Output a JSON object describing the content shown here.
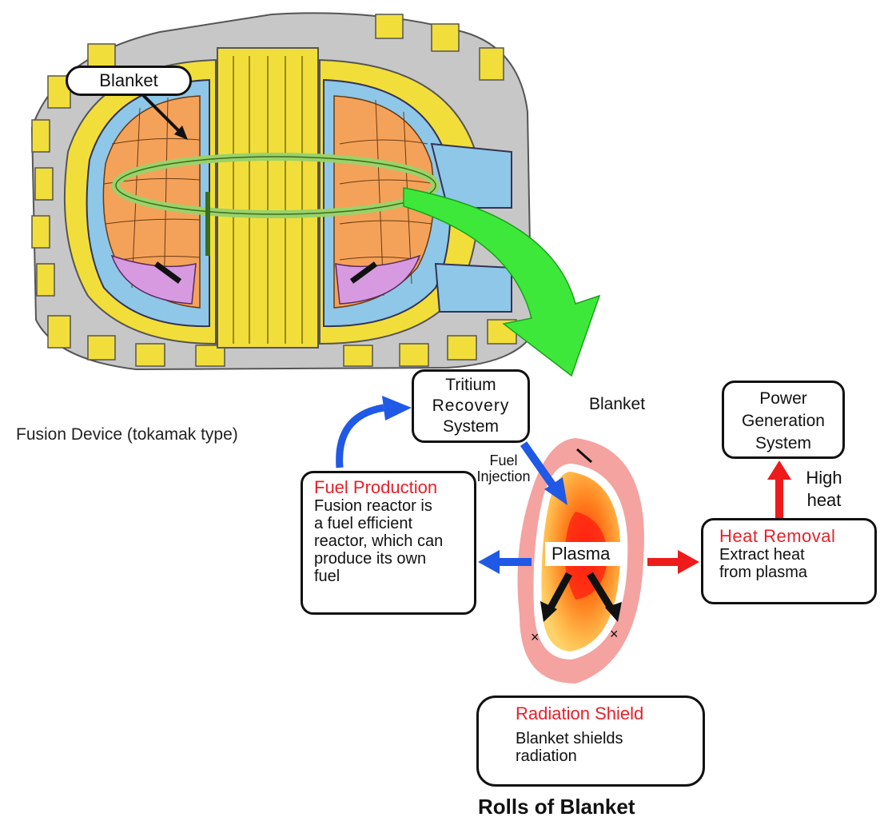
{
  "labels": {
    "blanket_top": "Blanket",
    "device_caption": "Fusion Device (tokamak type)",
    "blanket_callout": "Blanket",
    "fuel_injection": [
      "Fuel",
      "Injection"
    ],
    "plasma": "Plasma",
    "high_heat": [
      "High",
      "heat"
    ],
    "bottom_title": "Rolls of Blanket"
  },
  "boxes": {
    "tritium": {
      "lines": [
        "Tritium",
        "Recovery",
        "System"
      ]
    },
    "power": {
      "lines": [
        "Power",
        "Generation",
        "System"
      ]
    },
    "fuel_production": {
      "title": "Fuel Production",
      "lines": [
        "Fusion reactor is",
        "a fuel efficient",
        "reactor, which can",
        "produce its own",
        "fuel"
      ]
    },
    "heat_removal": {
      "title": "Heat Removal",
      "lines": [
        "Extract heat",
        "from plasma"
      ]
    },
    "radiation_shield": {
      "title": "Radiation Shield",
      "lines": [
        "Blanket shields",
        "radiation"
      ]
    }
  },
  "colors": {
    "yellow": "#f2de3a",
    "blue_vessel": "#8ec7e8",
    "orange_blanket": "#f4a25a",
    "green_arrow": "#3ee83a",
    "blue_arrow": "#1f59e6",
    "red_arrow": "#ee1b1b",
    "pink_shell": "#f4a3a0",
    "title_red": "#e8202a"
  }
}
